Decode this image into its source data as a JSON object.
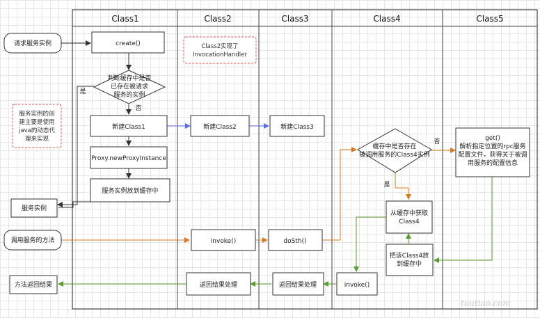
{
  "lanes": {
    "class1": "Class1",
    "class2": "Class2",
    "class3": "Class3",
    "class4": "Class4",
    "class5": "Class5"
  },
  "nodes": {
    "request": "请求服务实例",
    "create": "create()",
    "cache_check": [
      "判断缓存中是否",
      "已存在被请求",
      "服务的实例"
    ],
    "yes": "是",
    "no": "否",
    "new_class1": "新建Class1",
    "proxy": "Proxy.newProxyInstance",
    "put_cache": "服务实例放到缓存中",
    "service_instance": "服务实例",
    "call_method": "调用服务的方法",
    "result": "方法返回结果",
    "new_class2": "新建Class2",
    "invoke2": "invoke()",
    "return2": "返回结果处理",
    "new_class3": "新建Class3",
    "dosth": "doSth()",
    "return3": "返回结果处理",
    "c4_check": [
      "缓存中是否存在",
      "被调用服务的Class4实例"
    ],
    "c4_yes": "是",
    "c4_no": "否",
    "get_c4": [
      "从缓存中获取",
      "Class4"
    ],
    "put_c4": [
      "把该Class4放",
      "到缓存中"
    ],
    "invoke4": "invoke()",
    "get5": [
      "get()",
      "解析指定位置的rpc服务",
      "配置文件，获得关于被调",
      "用服务的配置信息"
    ]
  },
  "notes": {
    "class2_note": [
      "Class2实现了",
      "InvocationHandler"
    ],
    "left_note": [
      "服务实例的创",
      "建主要是使用",
      "java的动态代",
      "理来实现"
    ]
  },
  "watermark": "toutiao.com",
  "colors": {
    "black_arrow": "#333333",
    "blue_arrow": "#5b6ee8",
    "orange_arrow": "#d97a1f",
    "green_arrow": "#5a9e2a",
    "note_border": "#e05050"
  }
}
